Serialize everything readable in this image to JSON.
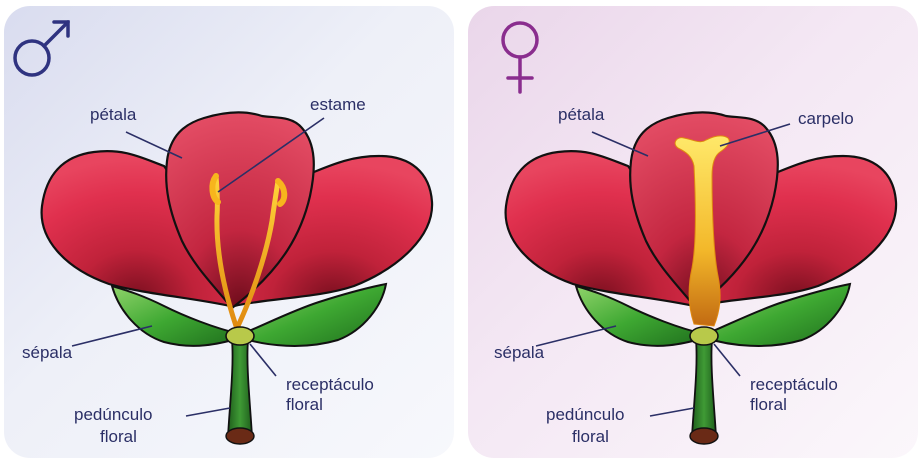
{
  "diagrams": [
    {
      "symbol": "♂",
      "symbol_color": "#2f3380",
      "labels": {
        "petal": "pétala",
        "reproductive": "estame",
        "sepal": "sépala",
        "peduncle_1": "pedúnculo",
        "peduncle_2": "floral",
        "receptacle_1": "receptáculo",
        "receptacle_2": "floral"
      }
    },
    {
      "symbol": "♀",
      "symbol_color": "#8a2d8e",
      "labels": {
        "petal": "pétala",
        "reproductive": "carpelo",
        "sepal": "sépala",
        "peduncle_1": "pedúnculo",
        "peduncle_2": "floral",
        "receptacle_1": "receptáculo",
        "receptacle_2": "floral"
      }
    }
  ],
  "colors": {
    "petal": "#e0304e",
    "petal_dark": "#8e1225",
    "sepal": "#2f9a2a",
    "stem": "#2f7f2a",
    "stamen": "#f2a816",
    "label_text": "#2b2f66"
  }
}
